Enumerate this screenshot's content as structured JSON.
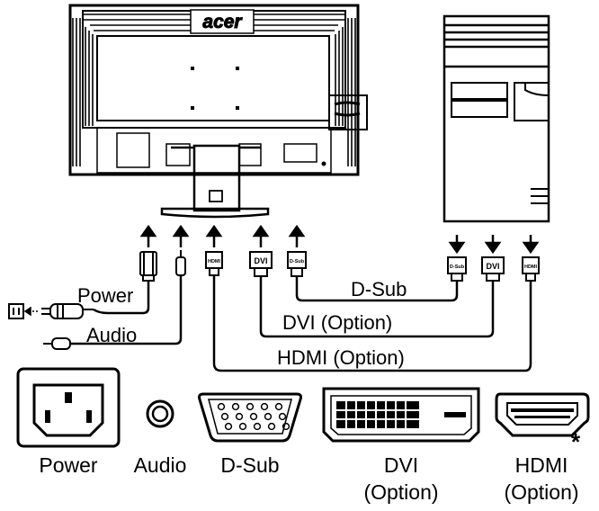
{
  "brand": "acer",
  "cables": {
    "power": "Power",
    "audio": "Audio",
    "dsub": "D-Sub",
    "dvi": "DVI (Option)",
    "hdmi": "HDMI (Option)"
  },
  "plug_labels": {
    "hdmi": "HDMI",
    "dvi": "DVI",
    "dsub": "D-Sub"
  },
  "ports": {
    "power": "Power",
    "audio": "Audio",
    "dsub": "D-Sub",
    "dvi_name": "DVI",
    "dvi_note": "(Option)",
    "hdmi_name": "HDMI",
    "hdmi_note": "(Option)",
    "hdmi_mark": "*"
  }
}
